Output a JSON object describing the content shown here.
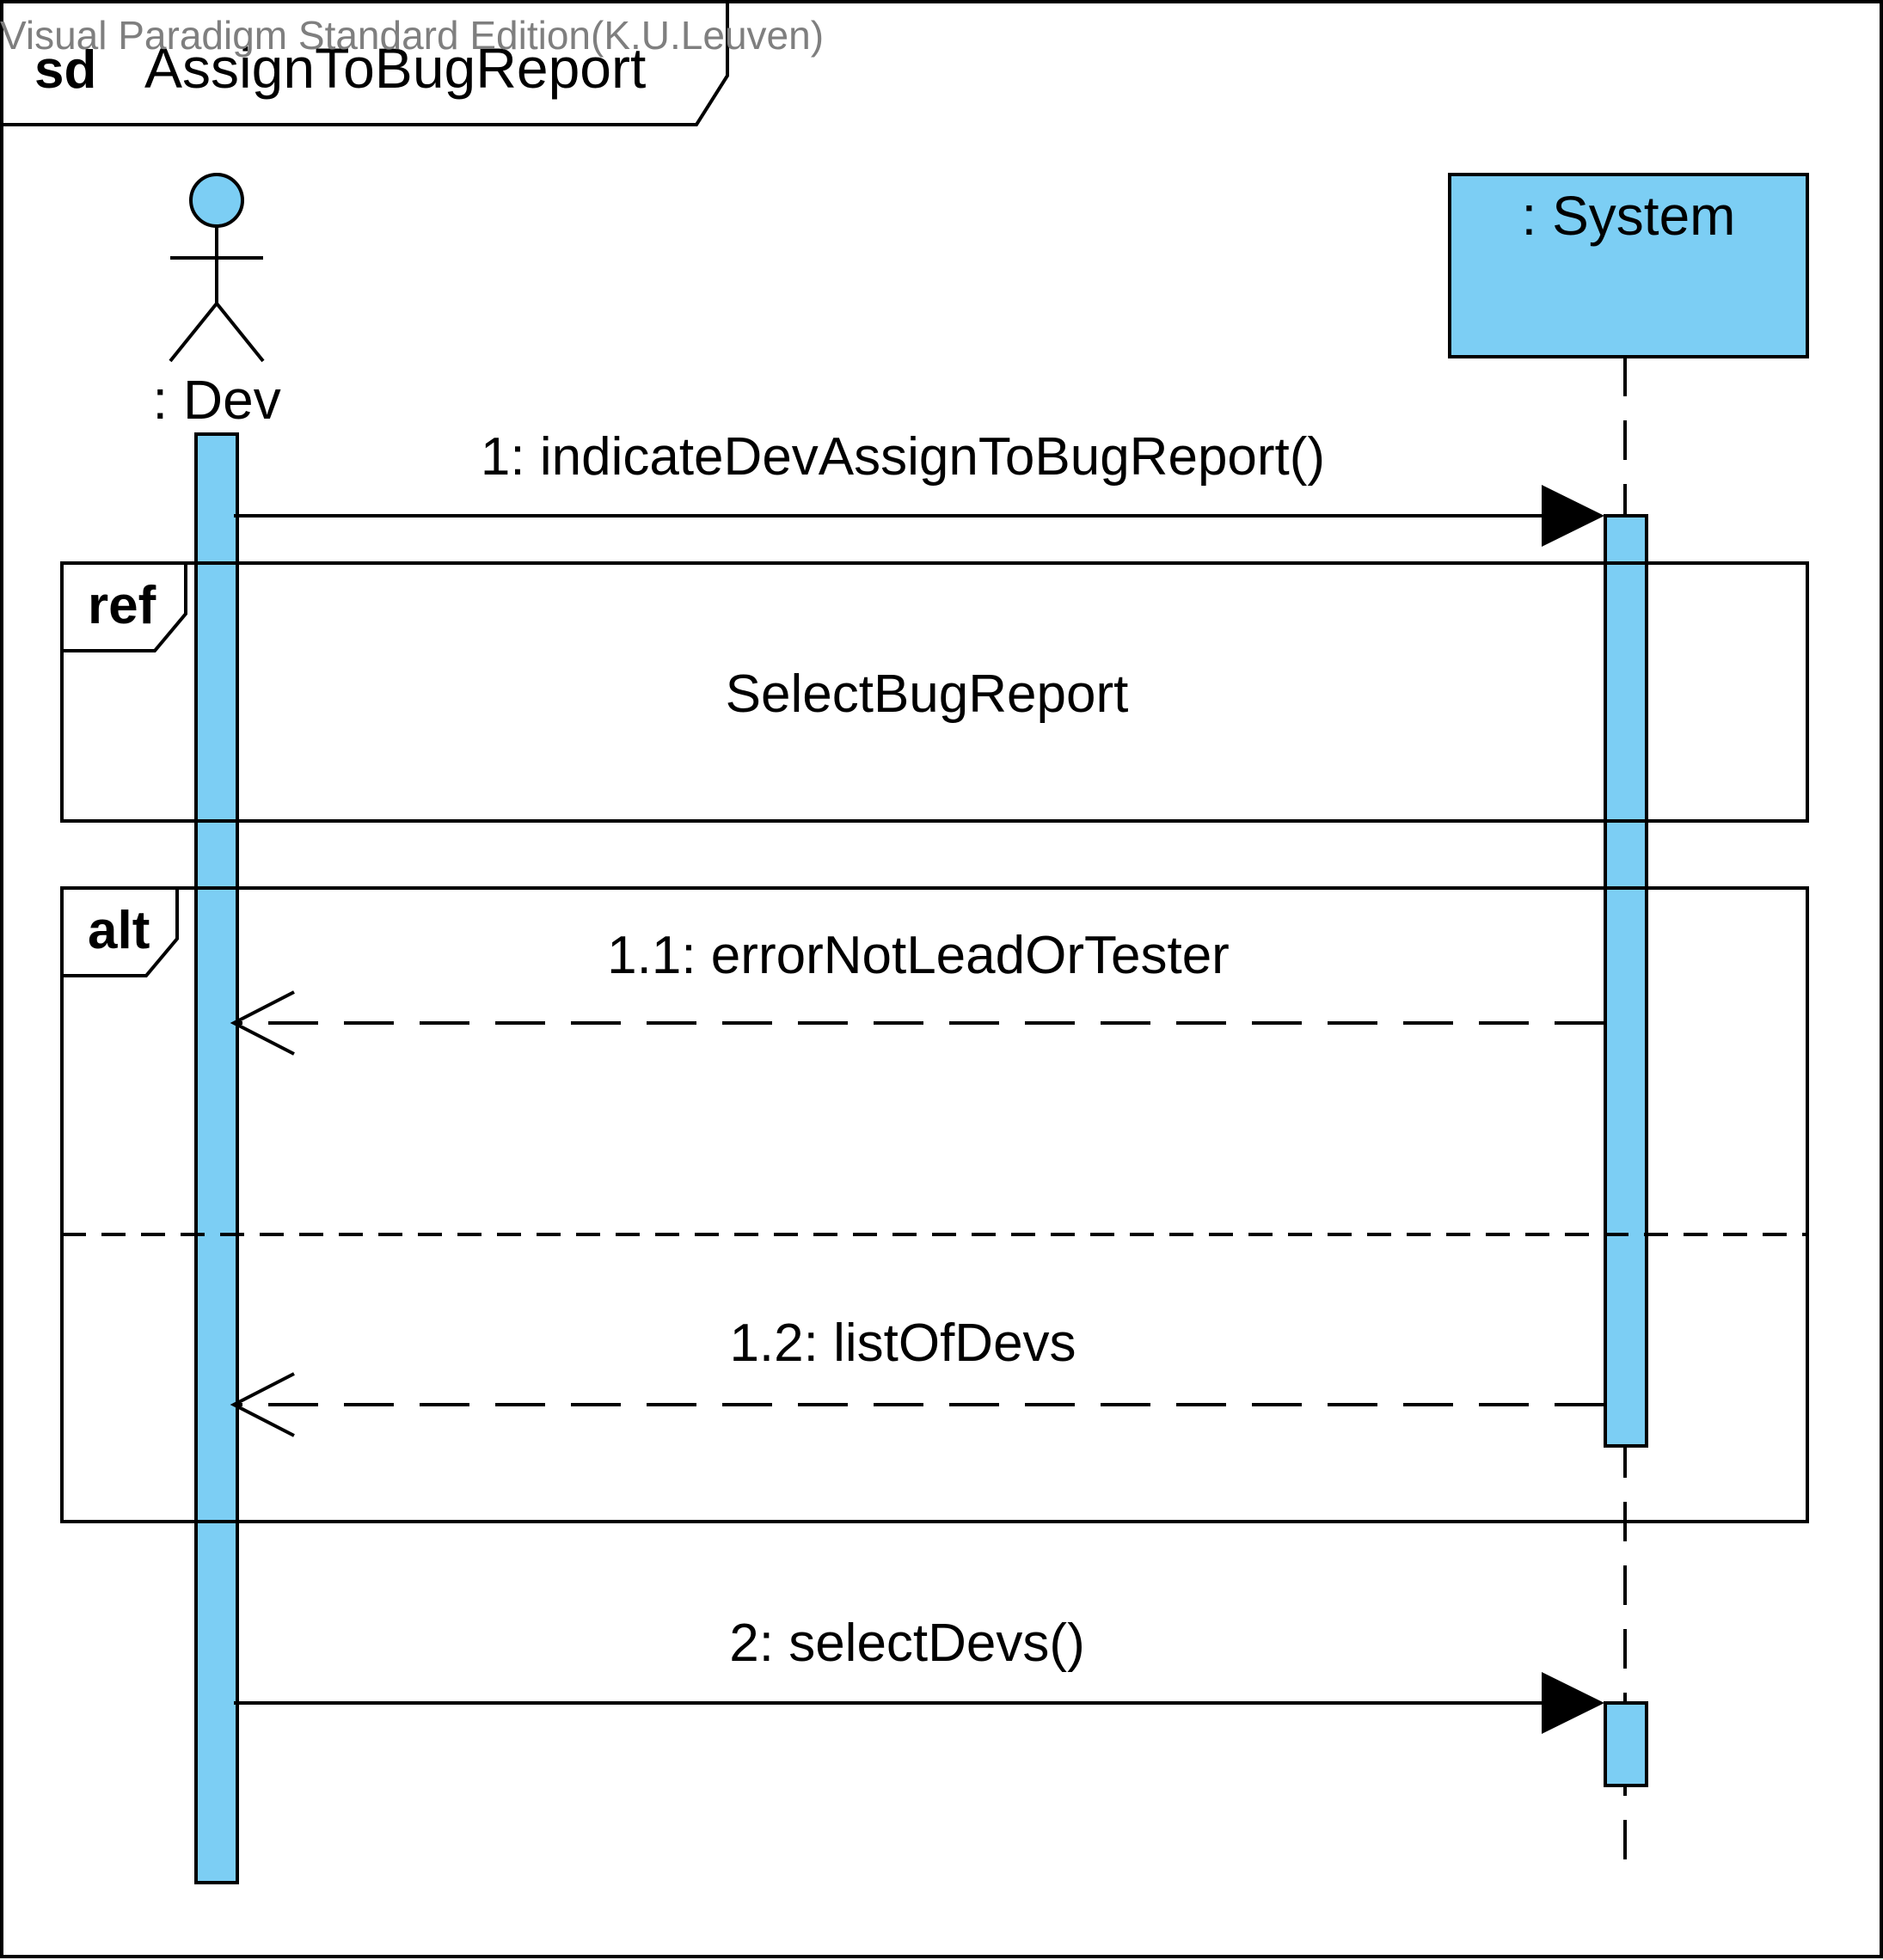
{
  "watermark": "Visual Paradigm Standard Edition(K.U.Leuven)",
  "frame": {
    "keyword": "sd",
    "name": "AssignToBugReport"
  },
  "lifelines": {
    "dev": {
      "label": ": Dev",
      "kind": "actor"
    },
    "system": {
      "label": ": System",
      "kind": "object"
    }
  },
  "fragments": {
    "ref": {
      "operator": "ref",
      "name": "SelectBugReport"
    },
    "alt": {
      "operator": "alt"
    }
  },
  "messages": [
    {
      "label": "1: indicateDevAssignToBugReport()",
      "from": "dev",
      "to": "system",
      "kind": "synchronous call"
    },
    {
      "label": "1.1: errorNotLeadOrTester",
      "from": "system",
      "to": "dev",
      "kind": "reply"
    },
    {
      "label": "1.2: listOfDevs",
      "from": "system",
      "to": "dev",
      "kind": "reply"
    },
    {
      "label": "2: selectDevs()",
      "from": "dev",
      "to": "system",
      "kind": "synchronous call"
    }
  ],
  "colors": {
    "fill": "#7ccef4",
    "line": "#000000",
    "watermark": "#7f7f7f",
    "background": "#ffffff"
  }
}
